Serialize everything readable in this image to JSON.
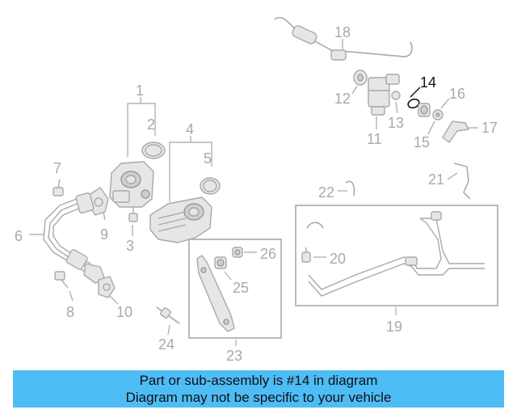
{
  "diagram": {
    "highlighted_part": "14",
    "callouts": [
      "1",
      "2",
      "3",
      "4",
      "5",
      "6",
      "7",
      "8",
      "9",
      "10",
      "11",
      "12",
      "13",
      "14",
      "15",
      "16",
      "17",
      "18",
      "19",
      "20",
      "21",
      "22",
      "23",
      "24",
      "25",
      "26"
    ]
  },
  "banner": {
    "line1": "Part or sub-assembly is #14 in diagram",
    "line2": "Diagram may not be specific to your vehicle",
    "background": "#4ebcf5"
  },
  "colors": {
    "part_stroke": "#a9a9a9",
    "highlight": "#111111"
  }
}
